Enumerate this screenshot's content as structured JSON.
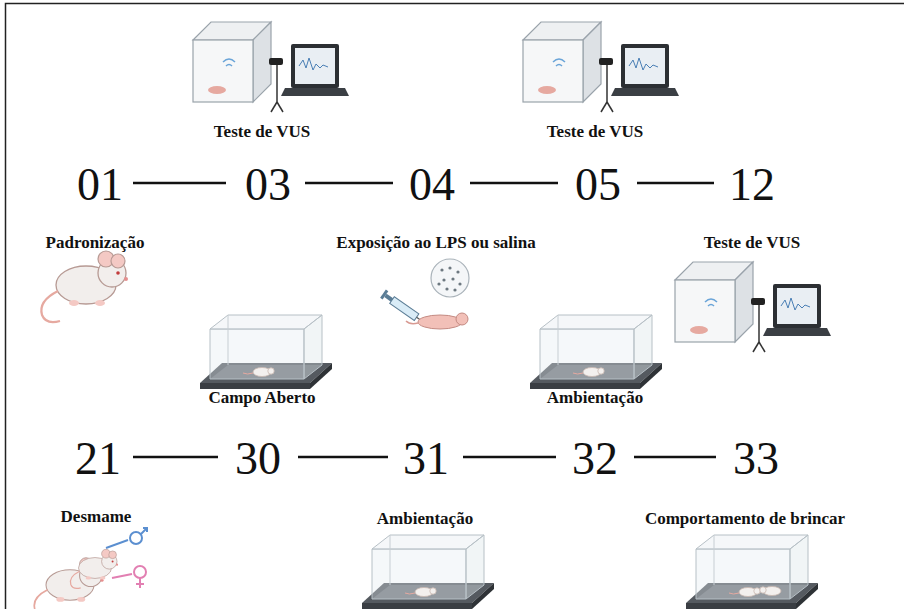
{
  "diagram": {
    "labels": [
      "Teste de VUS",
      "Teste de VUS",
      "01",
      "03",
      "04",
      "05",
      "12",
      "Padronização",
      "Exposição ao LPS ou salina",
      "Teste de VUS",
      "Campo Aberto",
      "Ambientação",
      "21",
      "30",
      "31",
      "32",
      "33",
      "Desmame",
      "Ambientação",
      "Comportamento de brincar"
    ]
  }
}
